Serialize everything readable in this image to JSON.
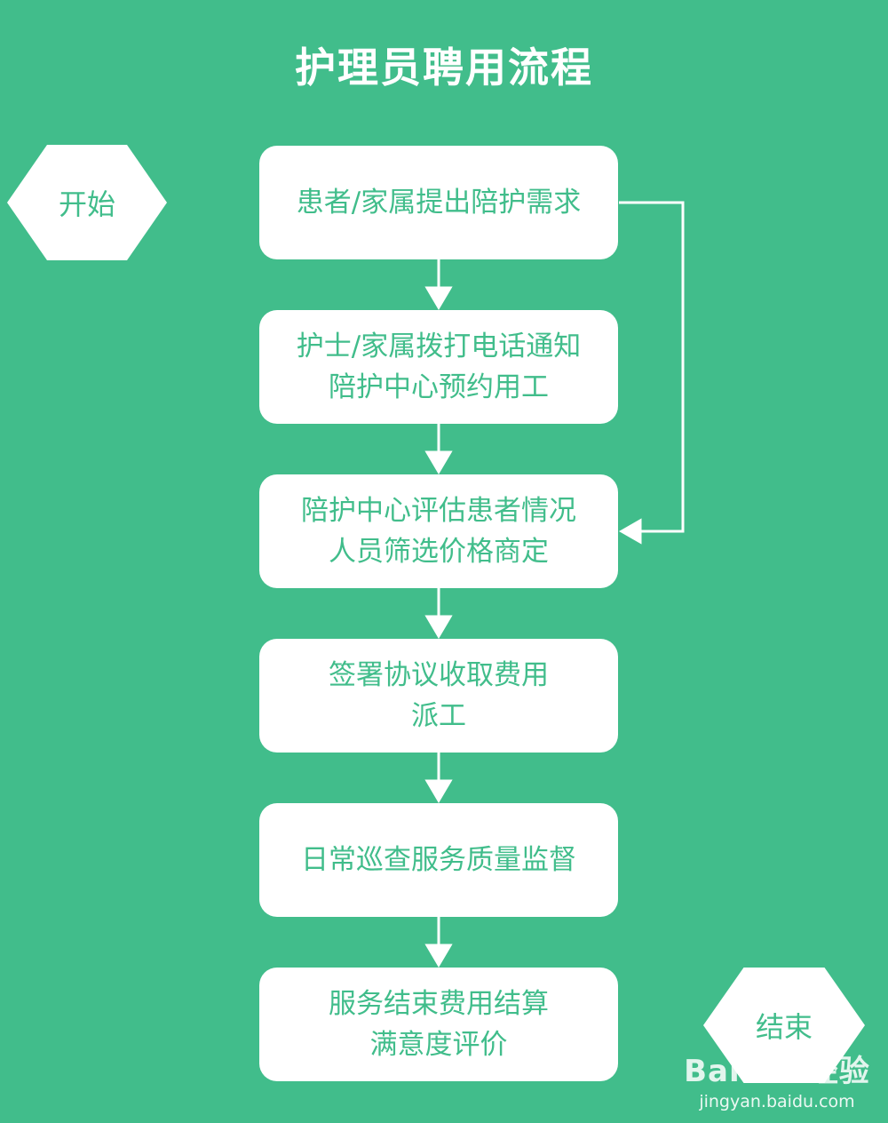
{
  "title": "护理员聘用流程",
  "start": "开始",
  "end": "结束",
  "steps": [
    {
      "lines": [
        "患者/家属提出陪护需求"
      ]
    },
    {
      "lines": [
        "护士/家属拨打电话通知",
        "陪护中心预约用工"
      ]
    },
    {
      "lines": [
        "陪护中心评估患者情况",
        "人员筛选价格商定"
      ]
    },
    {
      "lines": [
        "签署协议收取费用",
        "派工"
      ]
    },
    {
      "lines": [
        "日常巡查服务质量监督"
      ]
    },
    {
      "lines": [
        "服务结束费用结算",
        "满意度评价"
      ]
    }
  ],
  "watermark": {
    "logo": "Bai du 经验",
    "url": "jingyan.baidu.com"
  },
  "colors": {
    "background": "#41bd8b",
    "box": "#ffffff",
    "text": "#41bd8b",
    "line": "#ffffff"
  }
}
